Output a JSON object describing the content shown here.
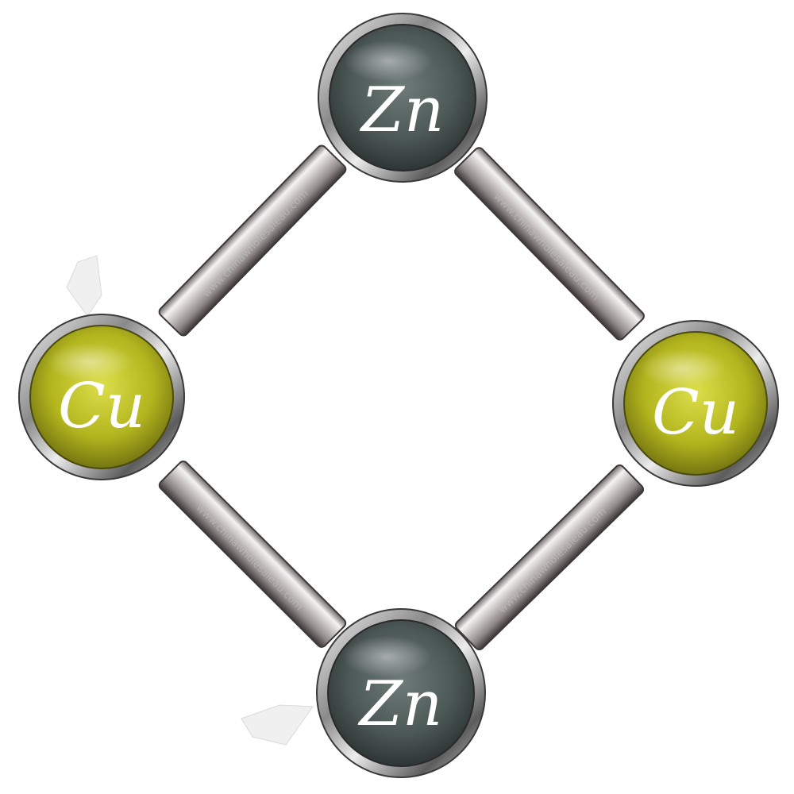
{
  "diagram": {
    "atoms": [
      {
        "id": "zn-top",
        "symbol": "Zn",
        "element": "zinc"
      },
      {
        "id": "cu-left",
        "symbol": "Cu",
        "element": "copper"
      },
      {
        "id": "cu-right",
        "symbol": "Cu",
        "element": "copper"
      },
      {
        "id": "zn-bottom",
        "symbol": "Zn",
        "element": "zinc"
      }
    ],
    "bonds": [
      {
        "from": "zn-top",
        "to": "cu-left"
      },
      {
        "from": "zn-top",
        "to": "cu-right"
      },
      {
        "from": "cu-left",
        "to": "zn-bottom"
      },
      {
        "from": "cu-right",
        "to": "zn-bottom"
      }
    ],
    "watermark": "www.chinawholesaleau.com",
    "colors": {
      "zinc": "#4a5553",
      "copper": "#b5b81c",
      "bond": "#b9b2b2",
      "rim": "#d8d8d8",
      "label": "#ffffff"
    }
  }
}
